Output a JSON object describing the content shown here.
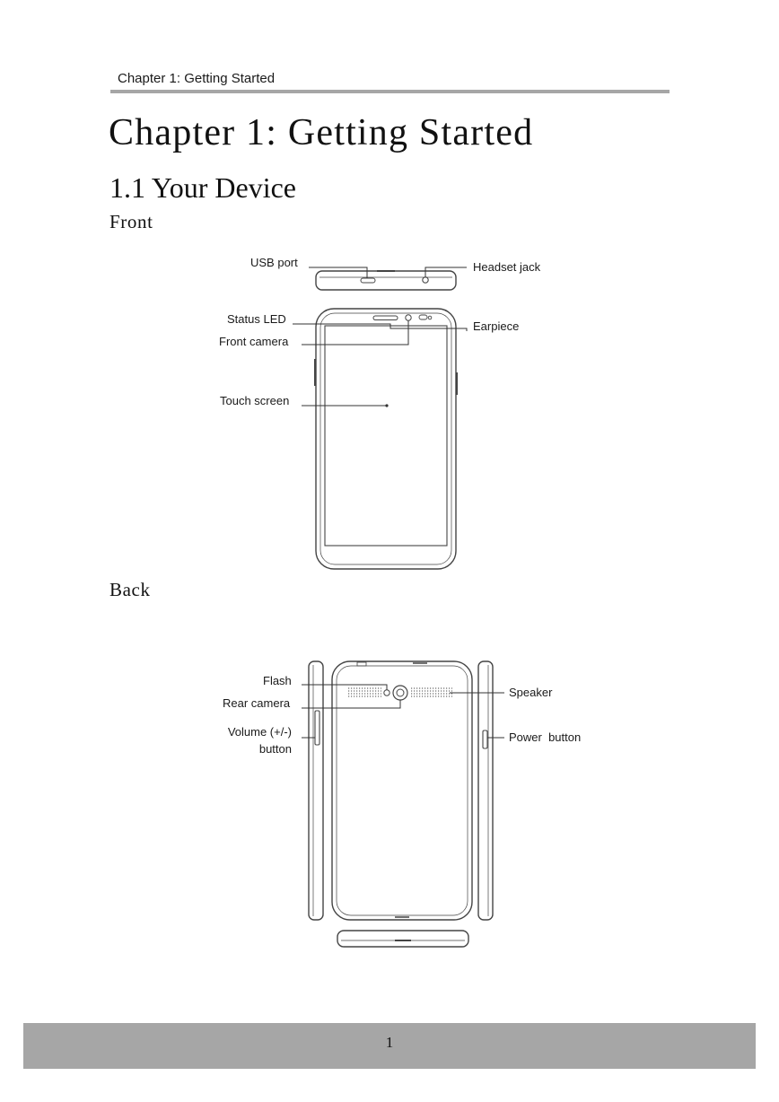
{
  "header": {
    "running_title": "Chapter 1: Getting Started"
  },
  "chapter_title": "Chapter 1: Getting Started",
  "section_title": "1.1 Your Device",
  "front": {
    "heading": "Front",
    "labels": {
      "usb_port": "USB port",
      "headset_jack": "Headset jack",
      "status_led": "Status LED",
      "earpiece": "Earpiece",
      "front_camera": "Front camera",
      "touch_screen": "Touch screen"
    }
  },
  "back": {
    "heading": "Back",
    "labels": {
      "flash": "Flash",
      "rear_camera": "Rear camera",
      "speaker": "Speaker",
      "volume_line1": "Volume (+/-)",
      "volume_line2": "button",
      "power_button": "Power  button"
    }
  },
  "footer": {
    "page_number": "1"
  }
}
